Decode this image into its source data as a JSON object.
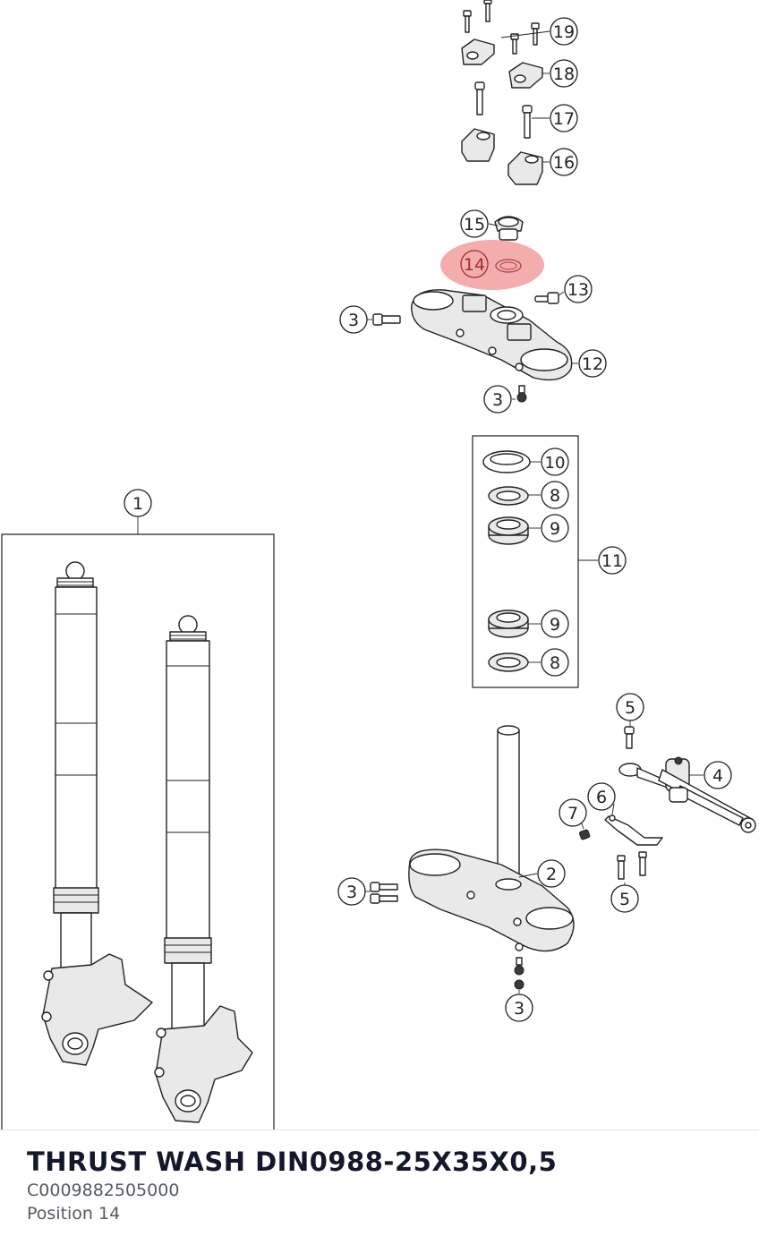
{
  "highlight_color": "#f08a8a",
  "callouts": [
    {
      "id": "c19",
      "label": "19"
    },
    {
      "id": "c18",
      "label": "18"
    },
    {
      "id": "c17",
      "label": "17"
    },
    {
      "id": "c16",
      "label": "16"
    },
    {
      "id": "c15",
      "label": "15"
    },
    {
      "id": "c14",
      "label": "14"
    },
    {
      "id": "c13",
      "label": "13"
    },
    {
      "id": "c12",
      "label": "12"
    },
    {
      "id": "c3a",
      "label": "3"
    },
    {
      "id": "c3b",
      "label": "3"
    },
    {
      "id": "c10",
      "label": "10"
    },
    {
      "id": "c8a",
      "label": "8"
    },
    {
      "id": "c9a",
      "label": "9"
    },
    {
      "id": "c11",
      "label": "11"
    },
    {
      "id": "c9b",
      "label": "9"
    },
    {
      "id": "c8b",
      "label": "8"
    },
    {
      "id": "c1",
      "label": "1"
    },
    {
      "id": "c5a",
      "label": "5"
    },
    {
      "id": "c4",
      "label": "4"
    },
    {
      "id": "c6",
      "label": "6"
    },
    {
      "id": "c7",
      "label": "7"
    },
    {
      "id": "c2",
      "label": "2"
    },
    {
      "id": "c3c",
      "label": "3"
    },
    {
      "id": "c5b",
      "label": "5"
    },
    {
      "id": "c3d",
      "label": "3"
    }
  ],
  "part": {
    "title": "THRUST WASH DIN0988-25X35X0,5",
    "number": "C0009882505000",
    "position": "Position 14"
  }
}
